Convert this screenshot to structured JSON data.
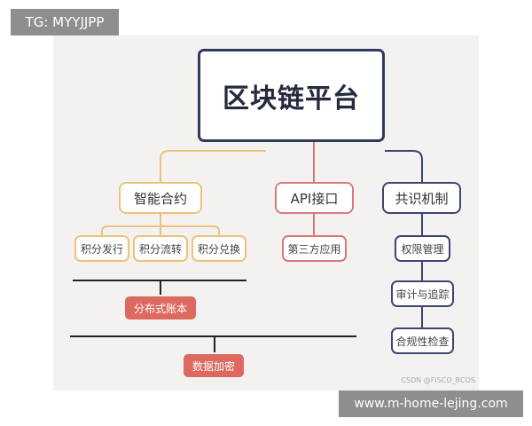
{
  "top_tag": "TG: MYYJJPP",
  "diagram": {
    "root": "区块链平台",
    "branches": {
      "smart_contract": {
        "label": "智能合约",
        "children": [
          "积分发行",
          "积分流转",
          "积分兑换"
        ]
      },
      "api": {
        "label": "API接口",
        "children": [
          "第三方应用"
        ]
      },
      "consensus": {
        "label": "共识机制",
        "children": [
          "权限管理",
          "审计与追踪",
          "合规性检查"
        ]
      }
    },
    "ledger": "分布式账本",
    "encryption": "数据加密",
    "colors": {
      "root_border": "#2f3a5e",
      "gold": "#ecc37a",
      "red": "#d9797a",
      "navy": "#3d4670",
      "pill": "#dd6a60"
    }
  },
  "watermark": "CSDN @FISCO_BCOS",
  "bottom_tag": "www.m-home-lejing.com"
}
